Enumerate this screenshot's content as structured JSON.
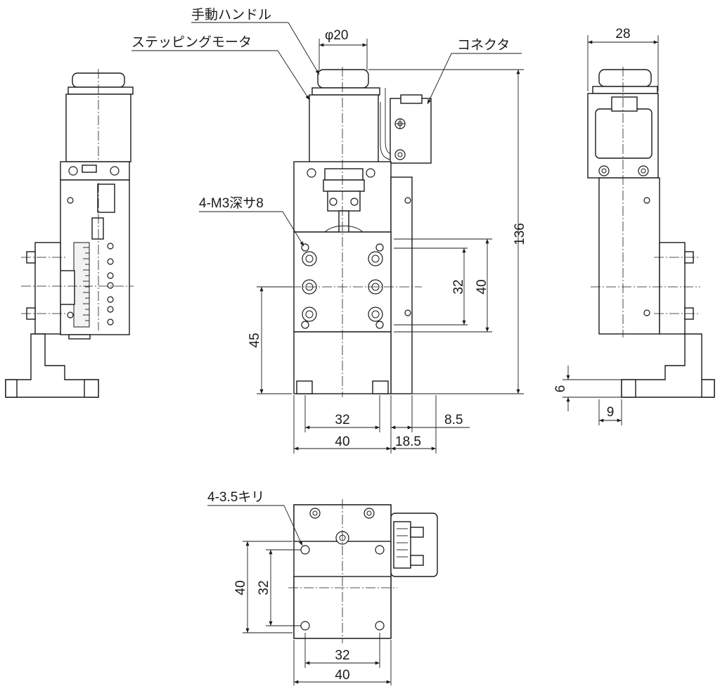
{
  "labels": {
    "manual_handle": "手動ハンドル",
    "stepping_motor": "ステッピングモータ",
    "connector": "コネクタ",
    "phi20": "φ20",
    "tapped_holes": "4-M3深サ8",
    "through_holes": "4-3.5キリ"
  },
  "dimensions": {
    "total_height": "136",
    "inner_pitch_v": "32",
    "outer_v": "40",
    "stage_height": "45",
    "front_pitch_h": "32",
    "front_width": "40",
    "offset_8_5": "8.5",
    "offset_18_5": "18.5",
    "side_width": "28",
    "base_thickness": "6",
    "base_offset": "9",
    "top_pitch_v": "32",
    "top_outer_v": "40",
    "top_pitch_h": "32",
    "top_width": "40"
  }
}
